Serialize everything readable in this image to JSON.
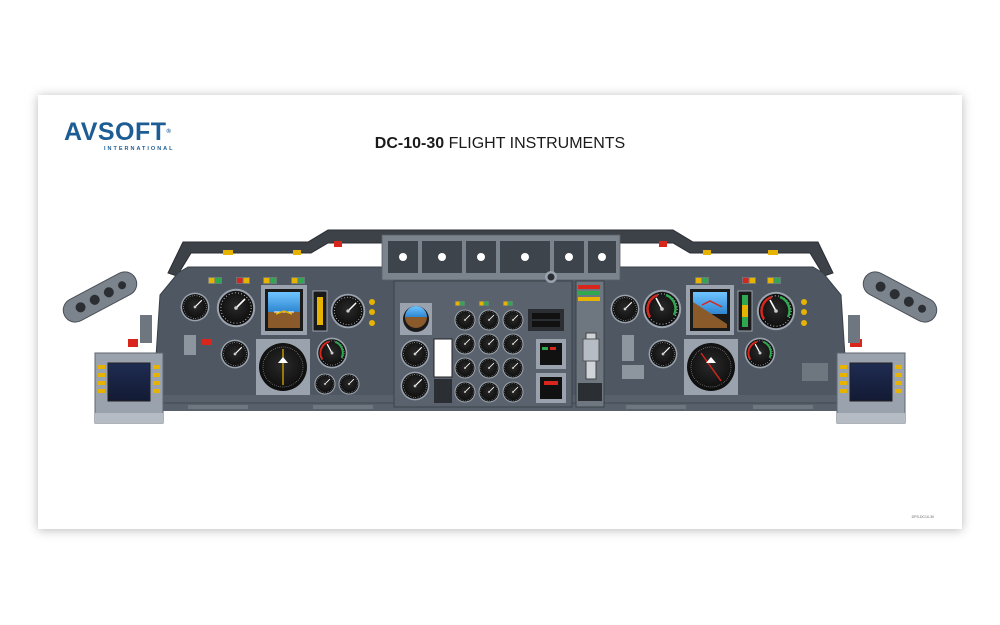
{
  "logo": {
    "name": "AVSOFT",
    "registered": "®",
    "tagline": "INTERNATIONAL"
  },
  "title": {
    "model": "DC-10-30",
    "subject": "FLIGHT INSTRUMENTS"
  },
  "document_code": "DPS-DC10-30",
  "colors": {
    "brand": "#1d5d94",
    "panel": "#4f5862",
    "glareshield": "#3d4248",
    "warning": "#d9261c",
    "caution": "#e6b400",
    "advisory": "#2fa84f",
    "sky": "#3f9ee0",
    "ground": "#8b5a2b"
  },
  "icons": {
    "attitude_indicator": "adi-icon",
    "hsi": "hsi-icon",
    "gauge": "gauge-icon",
    "crt_display": "crt-display-icon",
    "throttle": "throttle-icon"
  }
}
